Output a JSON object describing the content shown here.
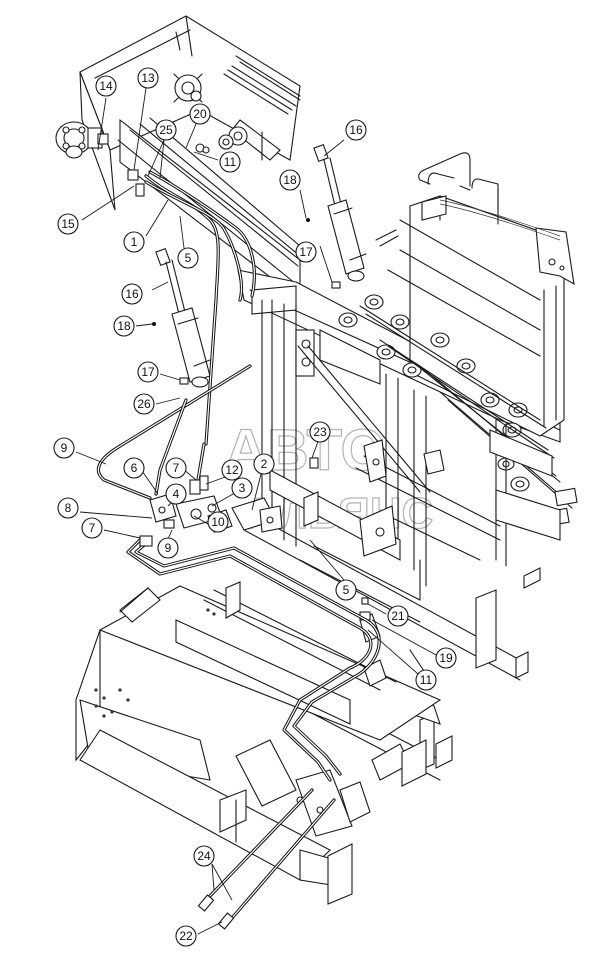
{
  "watermark": {
    "line1": "АВТО",
    "line2": "АЛЬЯНС"
  },
  "callouts": [
    {
      "id": "c14",
      "label": "14"
    },
    {
      "id": "c13",
      "label": "13"
    },
    {
      "id": "c20",
      "label": "20"
    },
    {
      "id": "c25",
      "label": "25"
    },
    {
      "id": "c11a",
      "label": "11"
    },
    {
      "id": "c16a",
      "label": "16"
    },
    {
      "id": "c18a",
      "label": "18"
    },
    {
      "id": "c15",
      "label": "15"
    },
    {
      "id": "c1",
      "label": "1"
    },
    {
      "id": "c5a",
      "label": "5"
    },
    {
      "id": "c17a",
      "label": "17"
    },
    {
      "id": "c16b",
      "label": "16"
    },
    {
      "id": "c18b",
      "label": "18"
    },
    {
      "id": "c17b",
      "label": "17"
    },
    {
      "id": "c26",
      "label": "26"
    },
    {
      "id": "c9a",
      "label": "9"
    },
    {
      "id": "c23",
      "label": "23"
    },
    {
      "id": "c6",
      "label": "6"
    },
    {
      "id": "c7a",
      "label": "7"
    },
    {
      "id": "c12",
      "label": "12"
    },
    {
      "id": "c2",
      "label": "2"
    },
    {
      "id": "c4",
      "label": "4"
    },
    {
      "id": "c3",
      "label": "3"
    },
    {
      "id": "c8",
      "label": "8"
    },
    {
      "id": "c10",
      "label": "10"
    },
    {
      "id": "c7b",
      "label": "7"
    },
    {
      "id": "c9b",
      "label": "9"
    },
    {
      "id": "c5b",
      "label": "5"
    },
    {
      "id": "c21",
      "label": "21"
    },
    {
      "id": "c19",
      "label": "19"
    },
    {
      "id": "c11b",
      "label": "11"
    },
    {
      "id": "c24",
      "label": "24"
    },
    {
      "id": "c22",
      "label": "22"
    }
  ]
}
